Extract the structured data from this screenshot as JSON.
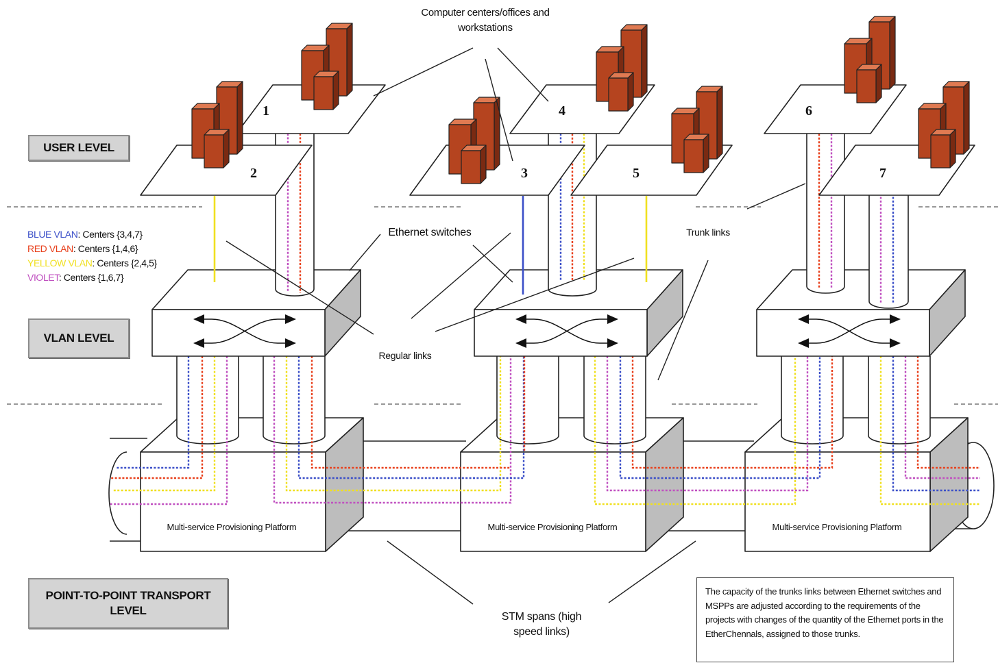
{
  "levels": {
    "user": "USER LEVEL",
    "vlan": "VLAN LEVEL",
    "transport": "POINT-TO-POINT TRANSPORT LEVEL"
  },
  "labels": {
    "computer_centers": "Computer centers/offices and workstations",
    "ethernet_switches": "Ethernet switches",
    "trunk_links": "Trunk links",
    "regular_links": "Regular links",
    "stm_spans": "STM  spans (high speed links)",
    "mspp": "Multi-service Provisioning Platform"
  },
  "centers": [
    "1",
    "2",
    "3",
    "4",
    "5",
    "6",
    "7"
  ],
  "legend": [
    {
      "name": "BLUE VLAN",
      "members": ": Centers {3,4,7}",
      "color": "#3b4fc8"
    },
    {
      "name": "RED VLAN",
      "members": ": Centers {1,4,6}",
      "color": "#e8401c"
    },
    {
      "name": "YELLOW VLAN",
      "members": ": Centers {2,4,5}",
      "color": "#f0e020"
    },
    {
      "name": "VIOLET",
      "members": ": Centers {1,6,7}",
      "color": "#c050c0"
    }
  ],
  "note": "The capacity of the trunks links between Ethernet switches and MSPPs are adjusted according to the requirements of the projects with changes of the quantity of the Ethernet ports in the EtherChennals, assigned to those trunks.",
  "colors": {
    "building": "#b5441f",
    "level_box": "#d4d4d4"
  }
}
